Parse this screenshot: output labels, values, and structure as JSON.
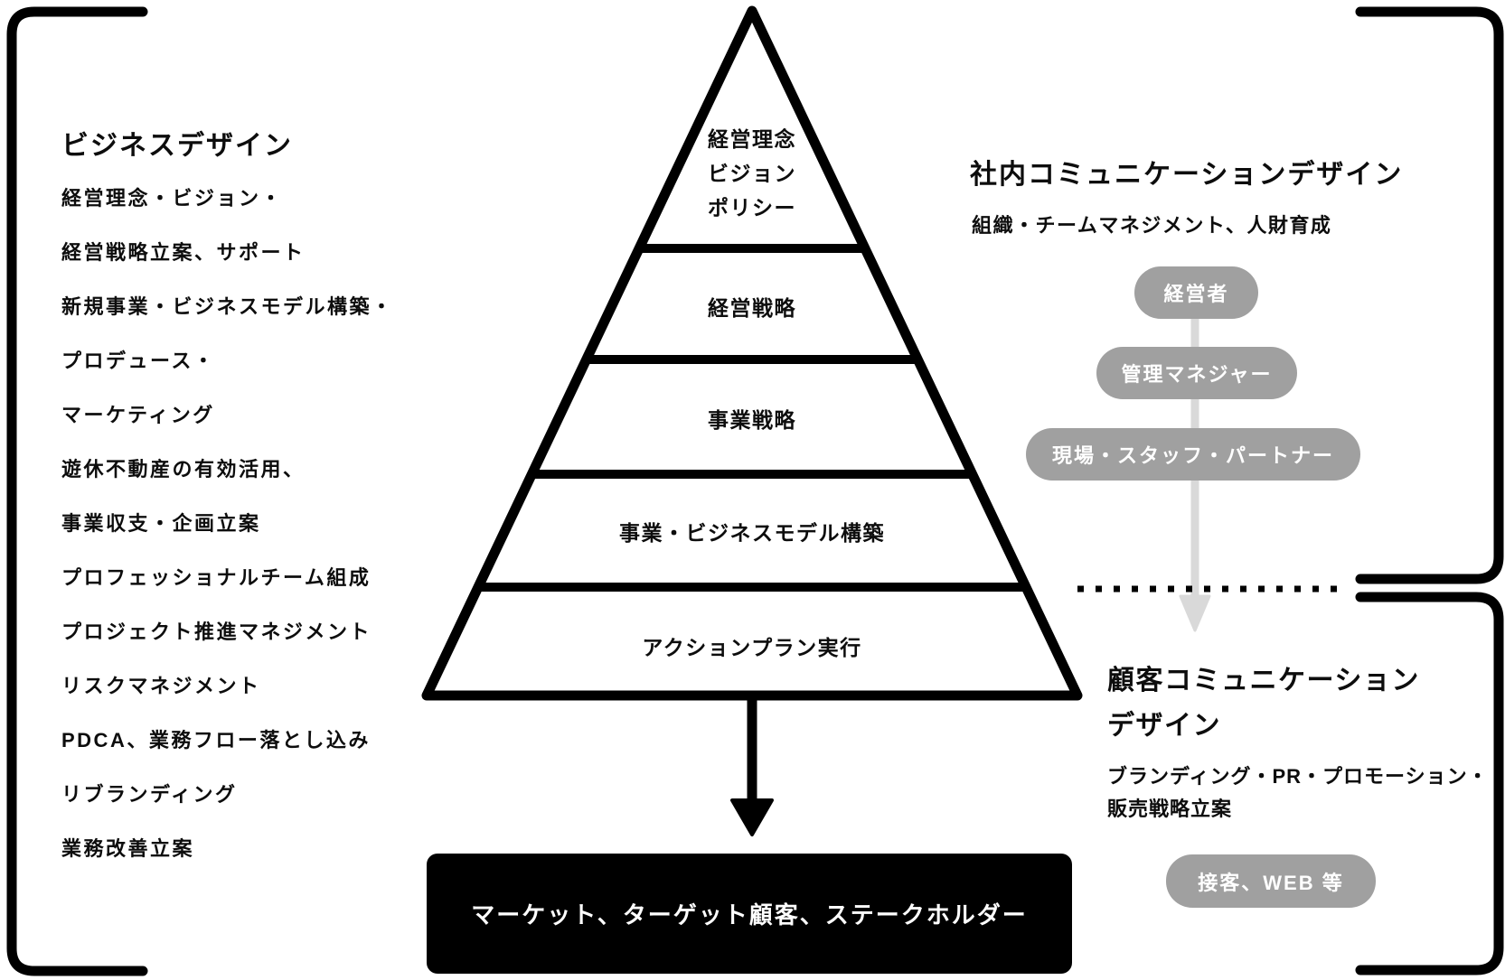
{
  "left_panel": {
    "title": "ビジネスデザイン",
    "items": [
      "経営理念・ビジョン・",
      "経営戦略立案、サポート",
      "新規事業・ビジネスモデル構築・",
      "プロデュース・",
      "マーケティング",
      "遊休不動産の有効活用、",
      "事業収支・企画立案",
      "プロフェッショナルチーム組成",
      "プロジェクト推進マネジメント",
      "リスクマネジメント",
      "PDCA、業務フロー落とし込み",
      "リブランディング",
      "業務改善立案"
    ]
  },
  "pyramid": {
    "levels": [
      {
        "lines": [
          "経営理念",
          "ビジョン",
          "ポリシー"
        ]
      },
      {
        "label": "経営戦略"
      },
      {
        "label": "事業戦略"
      },
      {
        "label": "事業・ビジネスモデル構築"
      },
      {
        "label": "アクションプラン実行"
      }
    ]
  },
  "internal_comm": {
    "title": "社内コミュニケーションデザイン",
    "subtitle": "組織・チームマネジメント、人財育成",
    "pills": [
      "経営者",
      "管理マネジャー",
      "現場・スタッフ・パートナー"
    ]
  },
  "customer_comm": {
    "title_lines": [
      "顧客コミュニケーション",
      "デザイン"
    ],
    "subtitle_lines": [
      "ブランディング・PR・プロモーション・",
      "販売戦略立案"
    ],
    "pill": "接客、WEB 等"
  },
  "market_box": {
    "label": "マーケット、ターゲット顧客、ステークホルダー"
  },
  "colors": {
    "stroke_black": "#000000",
    "pill_gray": "#a0a0a0",
    "flow_arrow_gray": "#d9d9d9",
    "box_black": "#000000"
  }
}
